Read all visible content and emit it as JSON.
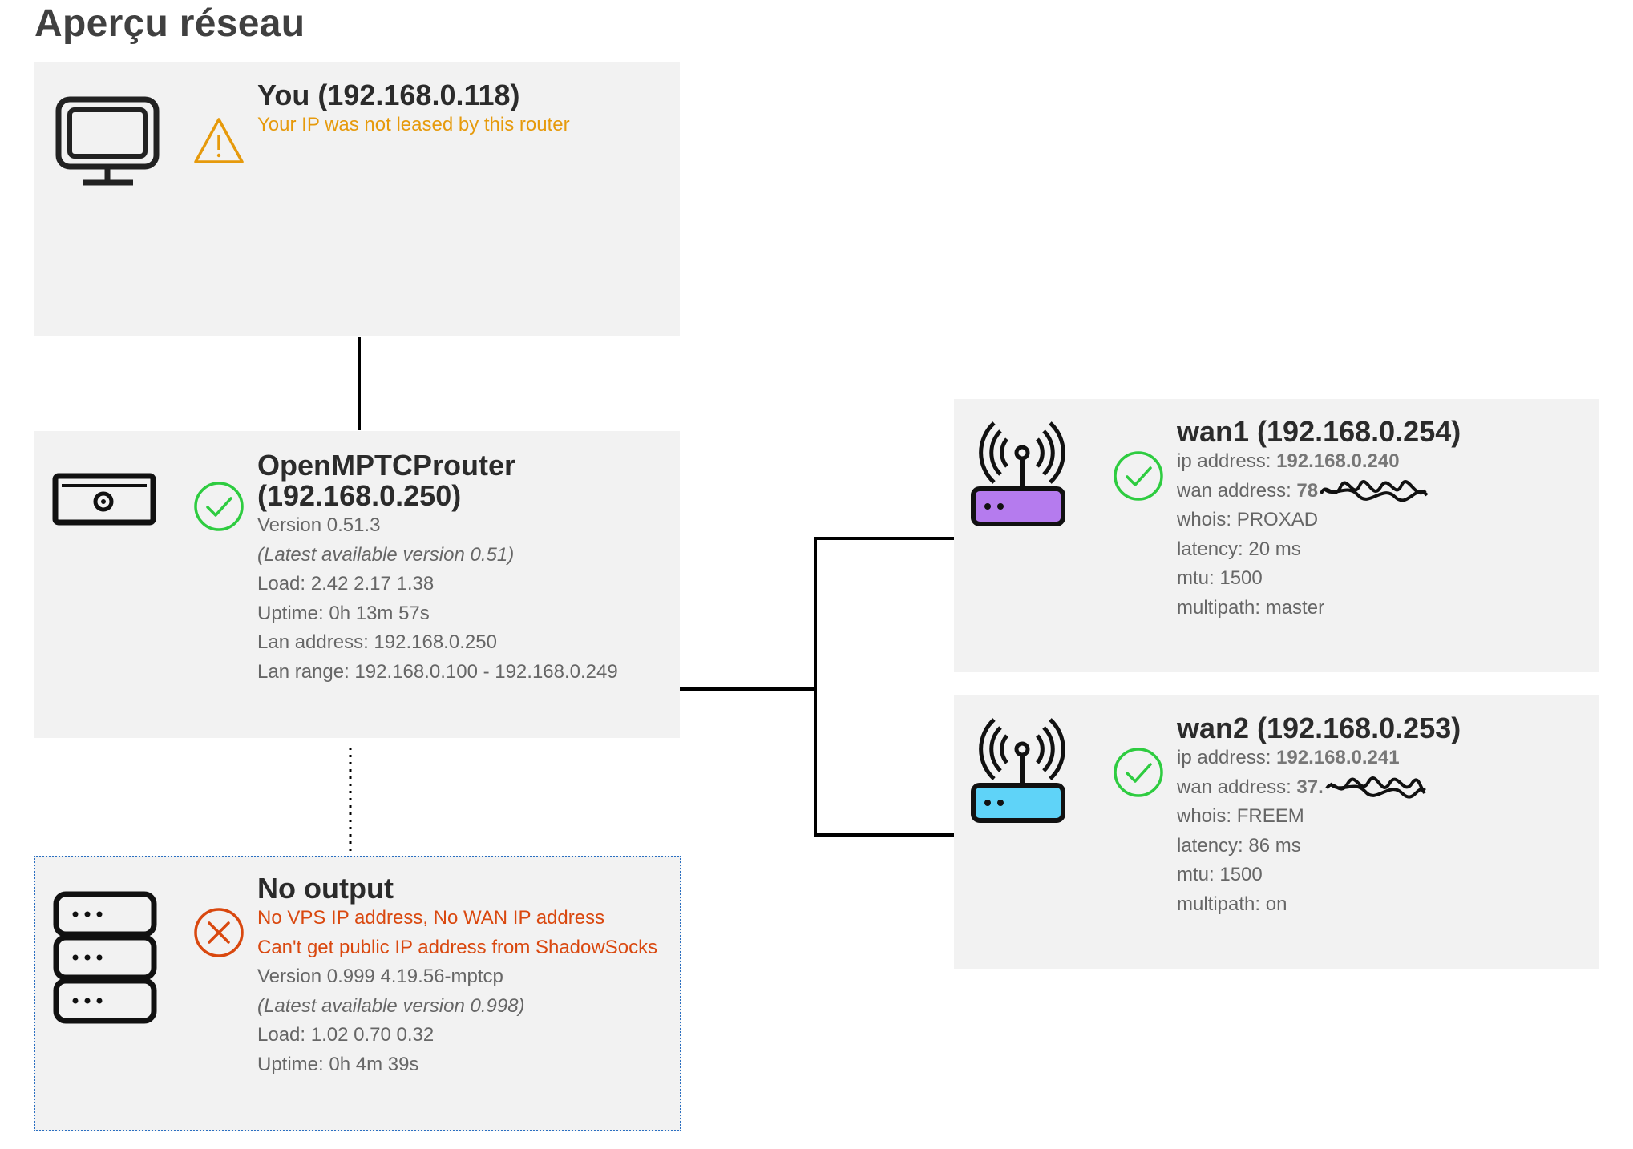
{
  "page": {
    "title": "Aperçu réseau"
  },
  "you": {
    "name": "You (192.168.0.118)",
    "warning": "Your IP was not leased by this router",
    "icon": "monitor-icon",
    "status": "warning-icon"
  },
  "router": {
    "name": "OpenMPTCProuter (192.168.0.250)",
    "version": "Version 0.51.3",
    "latest": "(Latest available version 0.51)",
    "load": "Load: 2.42 2.17 1.38",
    "uptime": "Uptime: 0h 13m 57s",
    "lan_address": "Lan address: 192.168.0.250",
    "lan_range": "Lan range: 192.168.0.100 - 192.168.0.249",
    "icon": "router-box-icon",
    "status": "check-icon"
  },
  "vps": {
    "name": "No output",
    "error1": "No VPS IP address, No WAN IP address",
    "error2": "Can't get public IP address from ShadowSocks",
    "version": "Version 0.999 4.19.56-mptcp",
    "latest": "(Latest available version 0.998)",
    "load": "Load: 1.02 0.70 0.32",
    "uptime": "Uptime: 0h 4m 39s",
    "icon": "server-icon",
    "status": "error-icon"
  },
  "wan1": {
    "name": "wan1 (192.168.0.254)",
    "ip_label": "ip address: ",
    "ip_value": "192.168.0.240",
    "wan_label": "wan address: ",
    "wan_value": "78",
    "whois": "whois: PROXAD",
    "latency": "latency: 20 ms",
    "mtu": "mtu: 1500",
    "multipath": "multipath: master",
    "icon": "wifi-router-icon",
    "status": "check-icon",
    "color": "#b57bee"
  },
  "wan2": {
    "name": "wan2 (192.168.0.253)",
    "ip_label": "ip address: ",
    "ip_value": "192.168.0.241",
    "wan_label": "wan address: ",
    "wan_value": "37.",
    "whois": "whois: FREEM",
    "latency": "latency: 86 ms",
    "mtu": "mtu: 1500",
    "multipath": "multipath: on",
    "icon": "wifi-router-icon",
    "status": "check-icon",
    "color": "#5fd3f8"
  },
  "colors": {
    "card_bg": "#f2f2f2",
    "ok": "#2ecc40",
    "warning": "#e69a0c",
    "error": "#d9480f"
  }
}
